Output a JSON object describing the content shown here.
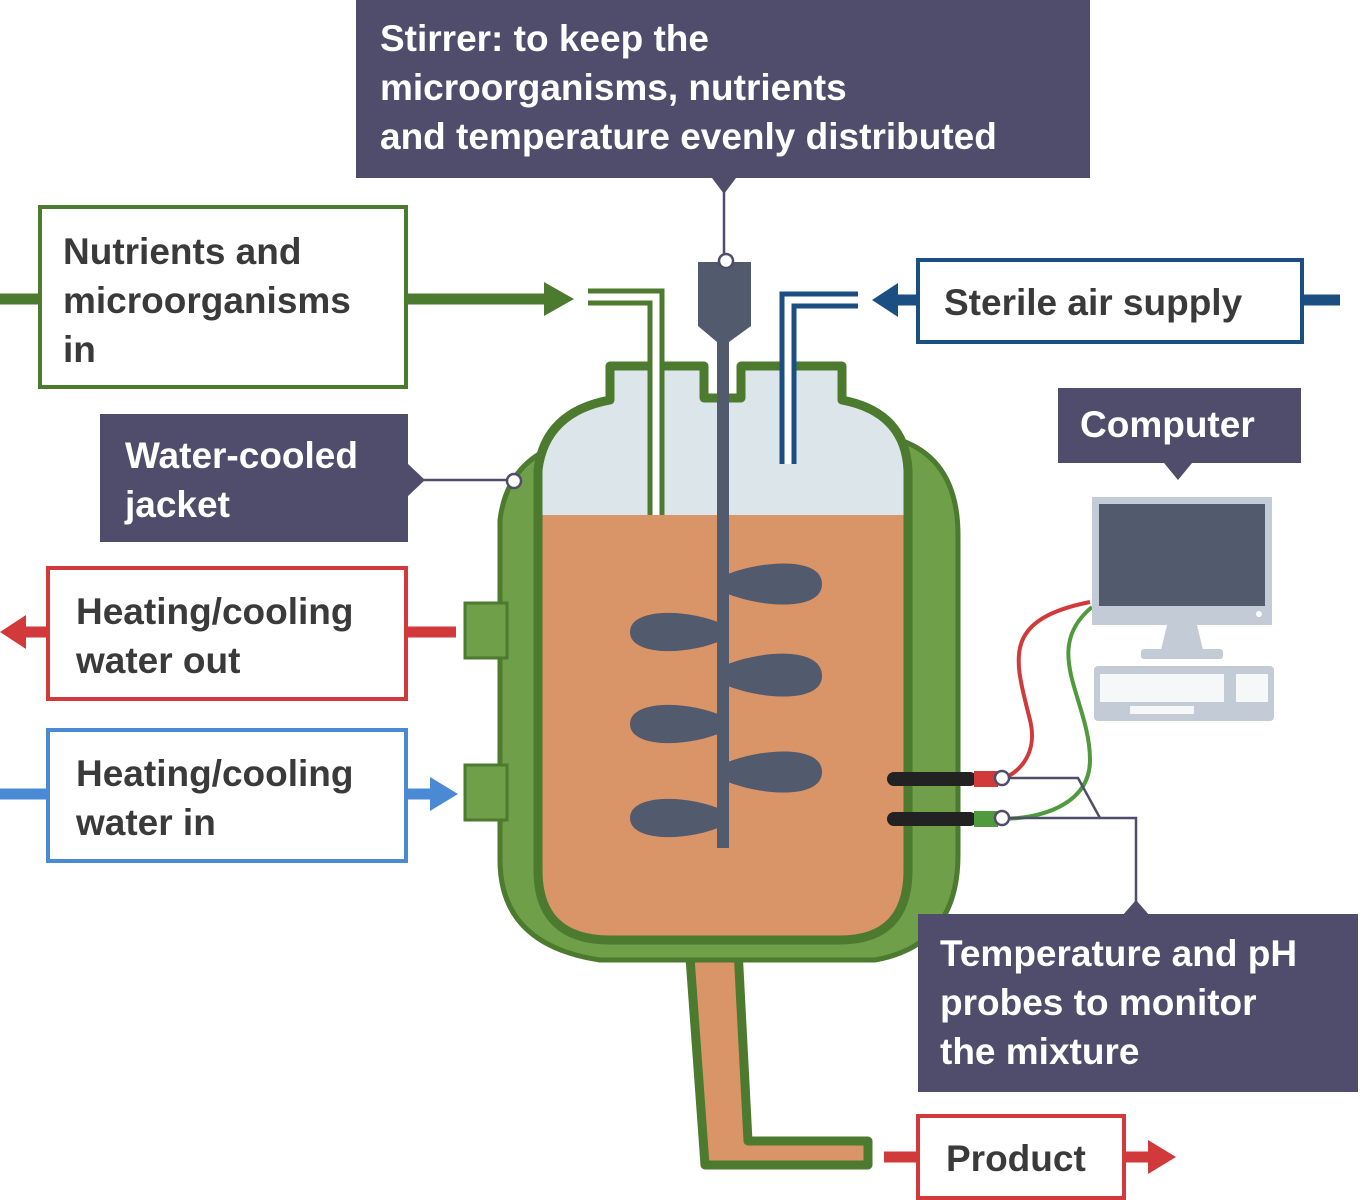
{
  "labels": {
    "stirrer": [
      "Stirrer: to keep the",
      "microorganisms, nutrients",
      "and temperature evenly distributed"
    ],
    "nutrients": [
      "Nutrients and",
      "microorganisms",
      "in"
    ],
    "sterile_air": [
      "Sterile air supply"
    ],
    "water_jacket": [
      "Water-cooled",
      "jacket"
    ],
    "computer": [
      "Computer"
    ],
    "heating_out": [
      "Heating/cooling",
      "water out"
    ],
    "heating_in": [
      "Heating/cooling",
      "water in"
    ],
    "probes": [
      "Temperature and pH",
      "probes to monitor",
      "the mixture"
    ],
    "product": [
      "Product"
    ]
  },
  "colors": {
    "jacket_green": "#6f9f48",
    "outline_green": "#4c7a2e",
    "mixture": "#d99468",
    "headspace": "#dce6ea",
    "stirrer_slate": "#525a6d",
    "label_dark": "#4f4d6b",
    "nutrients_green": "#4c7a2e",
    "air_blue": "#1b4f82",
    "water_out_red": "#d2393a",
    "water_in_blue": "#4a89d4",
    "product_red": "#d2393a"
  }
}
